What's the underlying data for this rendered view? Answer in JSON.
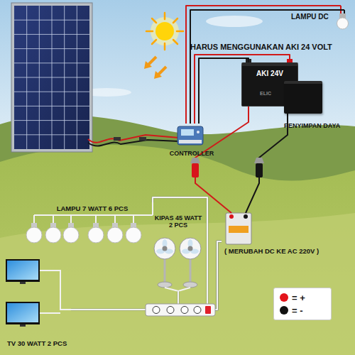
{
  "diagram": {
    "nodes": [
      {
        "text": [
          "LAMPU DC"
        ]
      },
      {
        "text": [
          "AKI 24V"
        ]
      },
      {
        "text": [
          "PENYIMPAN DAYA"
        ]
      },
      {
        "text": [
          "CONTROLLER"
        ]
      },
      {
        "text": [
          "( MERUBAH DC KE AC 220V )"
        ]
      },
      {
        "text": [
          "LAMPU 7 WATT 6 PCS"
        ]
      },
      {
        "text": [
          "KIPAS 45 WATT 2 PCS"
        ]
      },
      {
        "text": [
          "TV 30 WATT 2 PCS"
        ]
      }
    ],
    "edges": [
      {
        "from": 3,
        "to": 0,
        "arrow": "none"
      },
      {
        "from": 3,
        "to": 1,
        "arrow": "none"
      },
      {
        "from": 1,
        "to": 4,
        "arrow": "none"
      },
      {
        "from": 4,
        "to": 5,
        "arrow": "none"
      },
      {
        "from": 4,
        "to": 6,
        "arrow": "none"
      },
      {
        "from": 4,
        "to": 7,
        "arrow": "none"
      }
    ],
    "labels": [
      "HARUS MENGGUNAKAN AKI 24 VOLT",
      "ELIC"
    ],
    "legend": [
      {
        "text": "= +",
        "color": "#e3141b"
      },
      {
        "text": "= -",
        "color": "#111111"
      }
    ]
  }
}
